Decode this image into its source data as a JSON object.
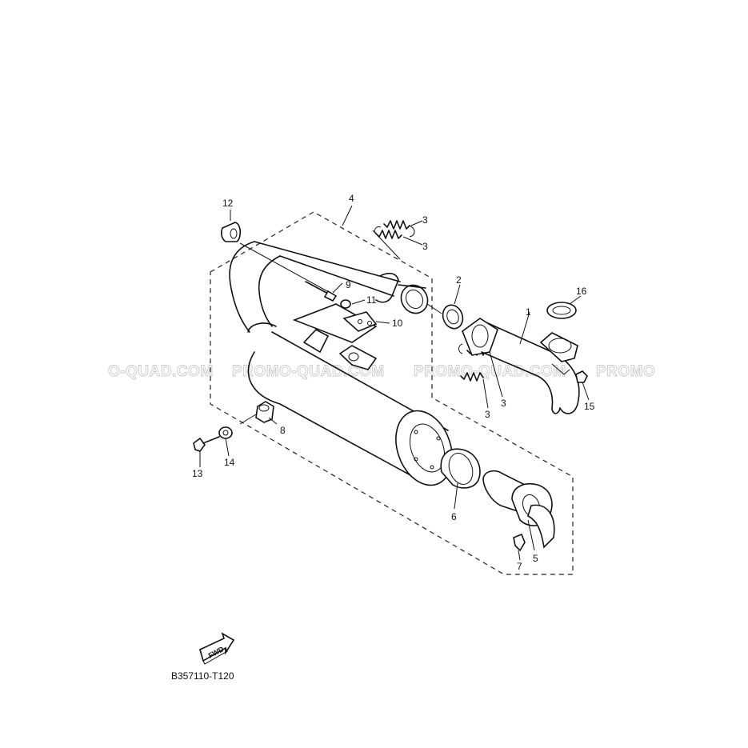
{
  "diagram": {
    "callouts": [
      "1",
      "2",
      "3",
      "4",
      "5",
      "6",
      "7",
      "8",
      "9",
      "10",
      "11",
      "12",
      "13",
      "14",
      "15",
      "16"
    ],
    "watermark": "PROMO-QUAD.COM",
    "watermark_partial_left": "O-QUAD.COM",
    "watermark_partial_right": "PROMO",
    "fwd_label": "FWD",
    "drawing_code": "B357110-T120"
  }
}
